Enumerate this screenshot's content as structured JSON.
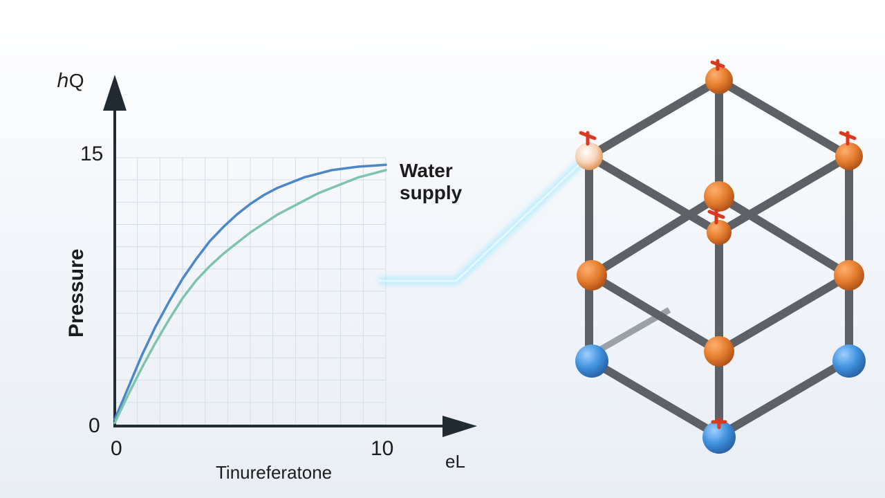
{
  "chart_data": {
    "type": "line",
    "title": "",
    "xlabel": "Tinureferatone",
    "ylabel": "Pressure",
    "y_axis_top_label": "ℎQ",
    "x_axis_end_label": "eL",
    "xlim": [
      0,
      10
    ],
    "ylim": [
      0,
      15
    ],
    "x_ticks": [
      "0",
      "10"
    ],
    "y_ticks": [
      "0",
      "15"
    ],
    "grid": true,
    "series": [
      {
        "name": "Water supply",
        "color": "#4a86c8",
        "x": [
          0,
          0.5,
          1,
          1.5,
          2,
          2.5,
          3,
          3.5,
          4,
          4.5,
          5,
          5.5,
          6,
          6.5,
          7,
          7.5,
          8,
          8.5,
          9,
          9.5,
          10
        ],
        "y": [
          0.3,
          2.1,
          3.9,
          5.5,
          6.9,
          8.2,
          9.3,
          10.3,
          11.1,
          11.8,
          12.4,
          12.9,
          13.3,
          13.6,
          13.9,
          14.1,
          14.3,
          14.4,
          14.5,
          14.55,
          14.6
        ]
      },
      {
        "color": "#7ec4ad",
        "x": [
          0,
          0.5,
          1,
          1.5,
          2,
          2.5,
          3,
          3.5,
          4,
          4.5,
          5,
          5.5,
          6,
          6.5,
          7,
          7.5,
          8,
          8.5,
          9,
          9.5,
          10
        ],
        "y": [
          0.1,
          1.7,
          3.2,
          4.6,
          5.9,
          7.1,
          8.1,
          8.9,
          9.6,
          10.2,
          10.8,
          11.3,
          11.8,
          12.2,
          12.6,
          13.0,
          13.3,
          13.6,
          13.9,
          14.1,
          14.3
        ]
      }
    ],
    "annotations": [
      "Water supply"
    ]
  },
  "colors": {
    "axis": "#222a33",
    "grid": "#d3dde6",
    "beam": "#5d6165",
    "orange_node": "#e07a2e",
    "blue_node": "#3c8fdc",
    "valve": "#d93a1f",
    "glow": "#8fe3ff"
  }
}
